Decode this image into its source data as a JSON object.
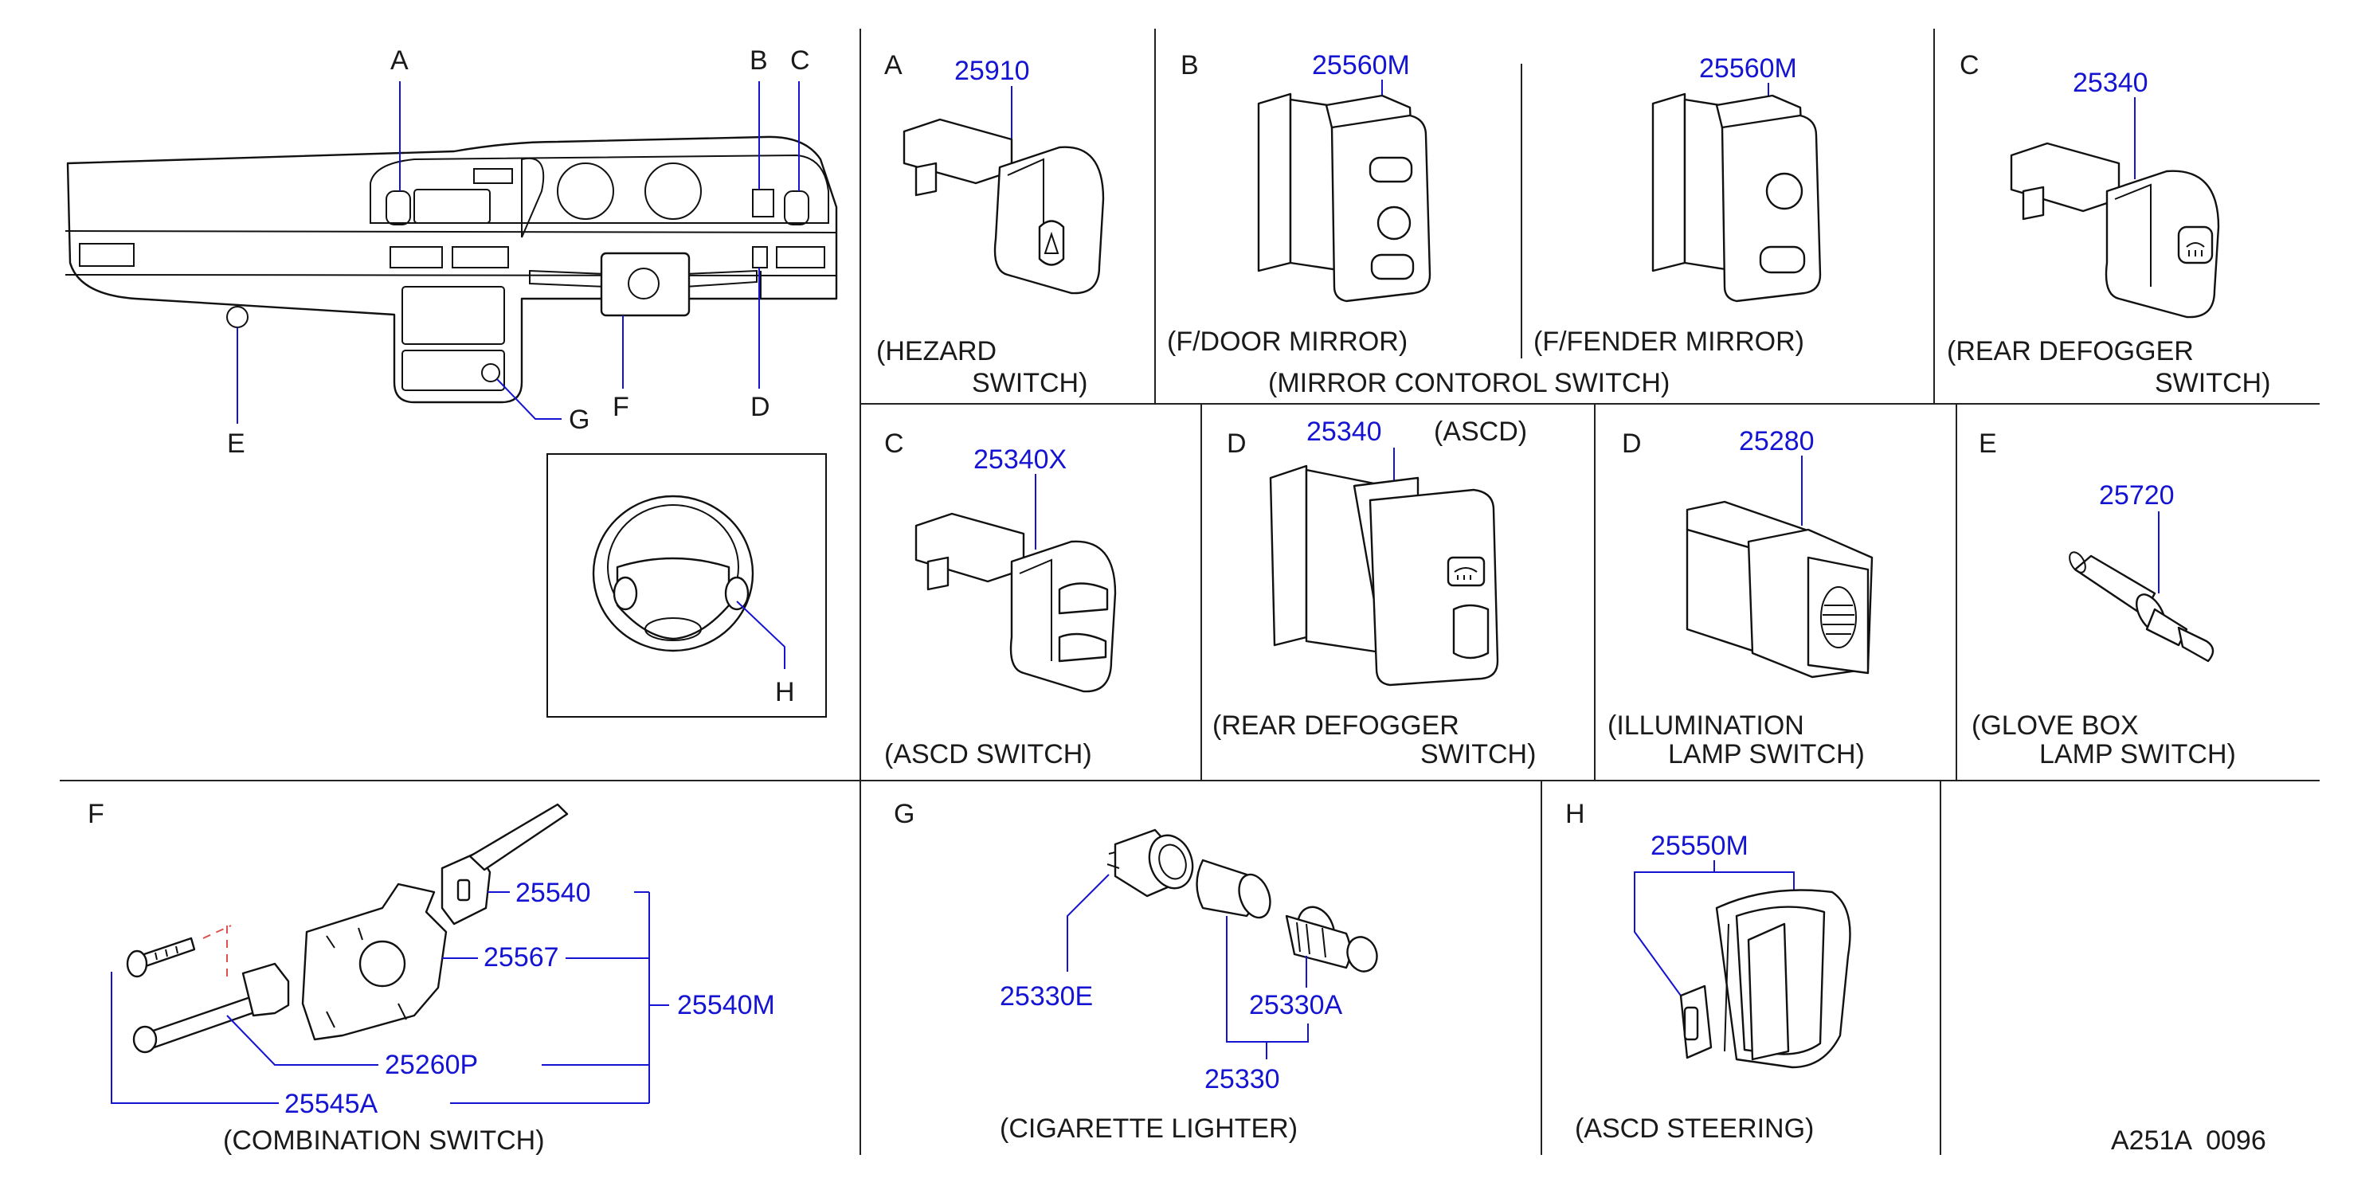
{
  "colors": {
    "line": "#111111",
    "callout": "#1414d2",
    "hidden_line": "#e05050",
    "background": "#ffffff"
  },
  "overview": {
    "letters": {
      "a": "A",
      "b": "B",
      "c": "C",
      "d": "D",
      "e": "E",
      "f": "F",
      "g": "G",
      "h": "H"
    }
  },
  "panels": {
    "hazard": {
      "letter": "A",
      "part": "25910",
      "caption_l1": "(HEZARD",
      "caption_l2": "SWITCH)"
    },
    "door_mirror": {
      "letter": "B",
      "part": "25560M",
      "caption": "(F/DOOR  MIRROR)"
    },
    "fender_mirror": {
      "part": "25560M",
      "caption": "(F/FENDER  MIRROR)"
    },
    "mirror_group_caption": "(MIRROR  CONTOROL  SWITCH)",
    "rear_defog_c": {
      "letter": "C",
      "part": "25340",
      "caption_l1": "(REAR  DEFOGGER",
      "caption_l2": "SWITCH)"
    },
    "ascd_switch": {
      "letter": "C",
      "part": "25340X",
      "caption": "(ASCD  SWITCH)"
    },
    "rear_defog_d": {
      "letter": "D",
      "part": "25340",
      "note": "(ASCD)",
      "caption_l1": "(REAR  DEFOGGER",
      "caption_l2": "SWITCH)"
    },
    "illum": {
      "letter": "D",
      "part": "25280",
      "caption_l1": "(ILLUMINATION",
      "caption_l2": "LAMP  SWITCH)"
    },
    "glove": {
      "letter": "E",
      "part": "25720",
      "caption_l1": "(GLOVE  BOX",
      "caption_l2": "LAMP  SWITCH)"
    },
    "combination": {
      "letter": "F",
      "parts": {
        "p25540": "25540",
        "p25567": "25567",
        "p25540m": "25540M",
        "p25260p": "25260P",
        "p25545a": "25545A"
      },
      "caption": "(COMBINATION  SWITCH)"
    },
    "lighter": {
      "letter": "G",
      "parts": {
        "p25330e": "25330E",
        "p25330a": "25330A",
        "p25330": "25330"
      },
      "caption": "(CIGARETTE  LIGHTER)"
    },
    "ascd_steering": {
      "letter": "H",
      "part": "25550M",
      "caption": "(ASCD  STEERING)"
    }
  },
  "footer": {
    "drawing_id": "A251A  0096"
  }
}
